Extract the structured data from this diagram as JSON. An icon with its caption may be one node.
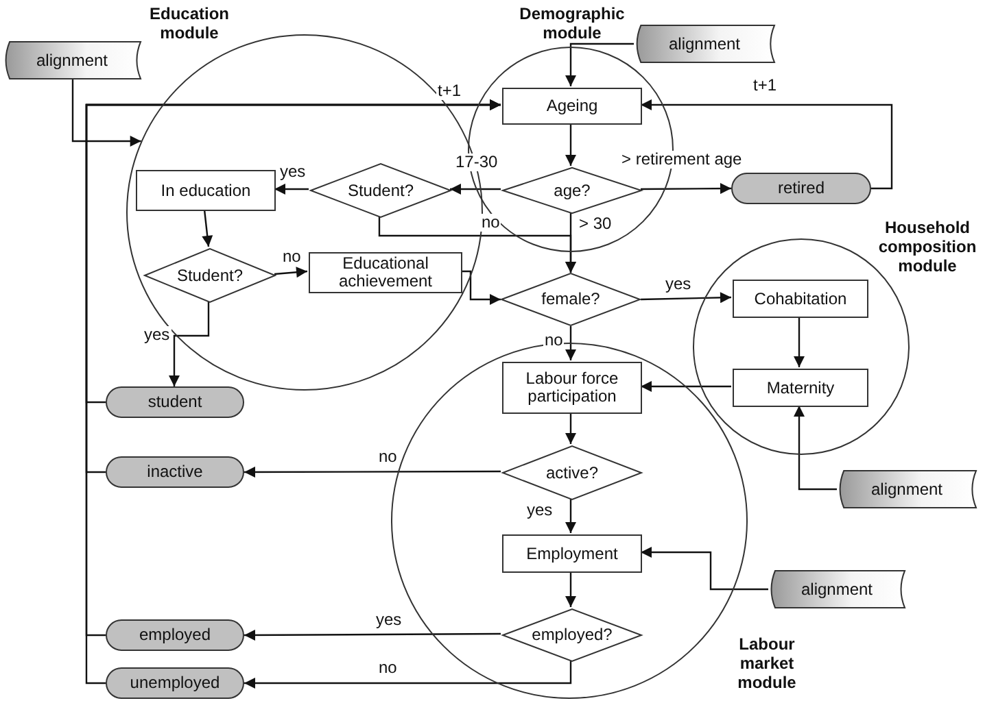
{
  "diagram": {
    "nodes": [
      {
        "text": [
          "Education module"
        ]
      },
      {
        "text": [
          "Demographic module"
        ]
      },
      {
        "text": [
          "alignment"
        ]
      },
      {
        "text": [
          "alignment"
        ]
      },
      {
        "text": [
          "Ageing"
        ],
        "in": 1
      },
      {
        "text": [
          "age?"
        ],
        "in": 1
      },
      {
        "text": [
          "retired"
        ]
      },
      {
        "text": [
          "In education"
        ],
        "in": 0
      },
      {
        "text": [
          "Student?"
        ],
        "in": 0
      },
      {
        "text": [
          "Student?"
        ],
        "in": 0
      },
      {
        "text": [
          "Educational achievement"
        ],
        "in": 0
      },
      {
        "text": [
          "Household composition module"
        ]
      },
      {
        "text": [
          "female?"
        ]
      },
      {
        "text": [
          "Cohabitation"
        ],
        "in": 11
      },
      {
        "text": [
          "Labour market module"
        ]
      },
      {
        "text": [
          "Labour force participation"
        ],
        "in": 14
      },
      {
        "text": [
          "Maternity"
        ],
        "in": 11
      },
      {
        "text": [
          "student"
        ]
      },
      {
        "text": [
          "inactive"
        ]
      },
      {
        "text": [
          "active?"
        ],
        "in": 14
      },
      {
        "text": [
          "alignment"
        ]
      },
      {
        "text": [
          "Employment"
        ],
        "in": 14
      },
      {
        "text": [
          "alignment"
        ]
      },
      {
        "text": [
          "employed?"
        ],
        "in": 14
      },
      {
        "text": [
          "employed"
        ]
      },
      {
        "text": [
          "unemployed"
        ]
      }
    ],
    "edges": [
      {
        "from": 2,
        "to": 0,
        "arrow": "to"
      },
      {
        "from": 17,
        "to": 4,
        "arrow": "to",
        "label": "t+1"
      },
      {
        "from": 18,
        "to": 4,
        "arrow": "to"
      },
      {
        "from": 24,
        "to": 4,
        "arrow": "to"
      },
      {
        "from": 25,
        "to": 4,
        "arrow": "to"
      },
      {
        "from": 3,
        "to": 4,
        "arrow": "to"
      },
      {
        "from": 4,
        "to": 5,
        "arrow": "to"
      },
      {
        "from": 5,
        "to": 6,
        "arrow": "to",
        "label": "> retirement age"
      },
      {
        "from": 6,
        "to": 4,
        "arrow": "to",
        "label": "t+1"
      },
      {
        "from": 5,
        "to": 8,
        "arrow": "to",
        "label": "17-30"
      },
      {
        "from": 5,
        "to": 12,
        "arrow": "to",
        "label": "> 30"
      },
      {
        "from": 8,
        "to": 7,
        "arrow": "to",
        "label": "yes"
      },
      {
        "from": 8,
        "to": 12,
        "arrow": "to",
        "label": "no"
      },
      {
        "from": 7,
        "to": 9,
        "arrow": "to"
      },
      {
        "from": 9,
        "to": 10,
        "arrow": "to",
        "label": "no"
      },
      {
        "from": 9,
        "to": 17,
        "arrow": "to",
        "label": "yes"
      },
      {
        "from": 10,
        "to": 12,
        "arrow": "to"
      },
      {
        "from": 12,
        "to": 13,
        "arrow": "to",
        "label": "yes"
      },
      {
        "from": 12,
        "to": 15,
        "arrow": "to",
        "label": "no"
      },
      {
        "from": 13,
        "to": 16,
        "arrow": "to"
      },
      {
        "from": 16,
        "to": 15,
        "arrow": "to"
      },
      {
        "from": 20,
        "to": 16,
        "arrow": "to"
      },
      {
        "from": 15,
        "to": 19,
        "arrow": "to"
      },
      {
        "from": 19,
        "to": 18,
        "arrow": "to",
        "label": "no"
      },
      {
        "from": 19,
        "to": 21,
        "arrow": "to",
        "label": "yes"
      },
      {
        "from": 22,
        "to": 21,
        "arrow": "to"
      },
      {
        "from": 21,
        "to": 23,
        "arrow": "to"
      },
      {
        "from": 23,
        "to": 24,
        "arrow": "to",
        "label": "yes"
      },
      {
        "from": 23,
        "to": 25,
        "arrow": "to",
        "label": "no"
      }
    ]
  }
}
